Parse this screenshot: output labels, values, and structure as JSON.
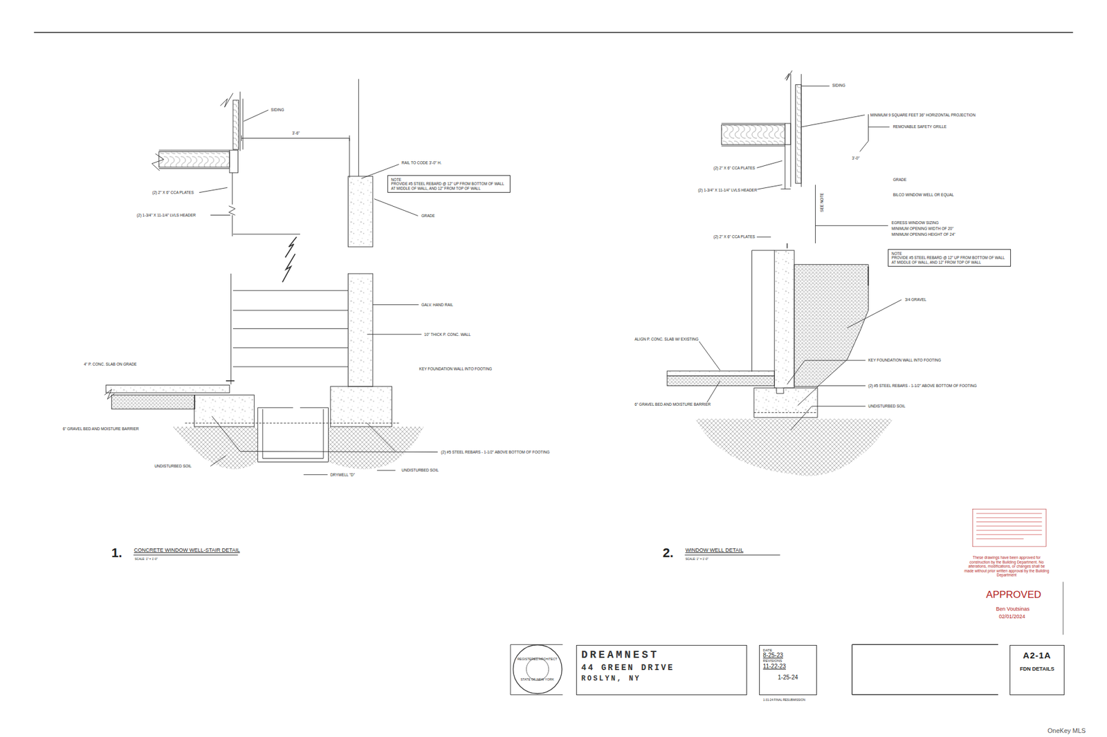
{
  "diagram": {
    "nodes": [
      {
        "text": [
          "NOTE",
          "PROVIDE #5 STEEL REBARD @ 12\" UP FROM BOTTOM OF WALL AT MIDDLE OF WALL, AND 12\" FROM TOP OF WALL"
        ]
      },
      {
        "text": [
          "NOTE",
          "PROVIDE #5 STEEL REBARD @ 12\" UP FROM BOTTOM OF WALL AT MIDDLE OF WALL, AND 12\" FROM TOP OF WALL"
        ]
      },
      {
        "text": [
          "REGISTERED ARCHITECT",
          "STATE OF NEW YORK"
        ]
      },
      {
        "text": [
          "DREAMNEST",
          "44 GREEN DRIVE",
          "ROSLYN, NY"
        ]
      },
      {
        "text": [
          "DATE",
          "8-25-23",
          "REVISIONS",
          "11-22-23",
          "1-25-24"
        ]
      },
      {
        "text": [
          "A2-1A",
          "FDN DETAILS"
        ]
      }
    ],
    "labels": [
      "SIDING",
      "3'-6\"",
      "RAIL TO CODE 3'-0\" H.",
      "(2) 2\" X 6\" CCA PLATES",
      "(2) 1-3/4\" X 11-1/4\" LVLS HEADER",
      "GRADE",
      "GALV. HAND RAIL",
      "10\" THICK P. CONC. WALL",
      "4\" P. CONC. SLAB ON GRADE",
      "KEY FOUNDATION WALL INTO FOOTING",
      "6\" GRAVEL BED AND MOISTURE BARRIER",
      "(2) #5 STEEL REBARS - 1-1/2\" ABOVE BOTTOM OF FOOTING",
      "UNDISTURBED SOIL",
      "UNDISTURBED SOIL",
      "DRYWELL \"D\"",
      "1.",
      "CONCRETE WINDOW WELL-STAIR DETAIL",
      "SCALE: 1\" = 1'-0\"",
      "SIDING",
      "MINIMUM 9 SQUARE FEET 36\" HORIZONTAL PROJECTION",
      "REMOVABLE SAFETY GRILLE",
      "3'-0\"",
      "GRADE",
      "BILCO WINDOW WELL OR EQUAL",
      "(2) 2\" X 6\" CCA PLATES",
      "(2) 1-3/4\" X 11-1/4\" LVLS HEADER",
      "SEE NOTE",
      "EGRESS WINDOW SIZING",
      "MINIMUM OPENING WIDTH OF 20\"",
      "MINIMUM OPENING HEIGHT OF 24\"",
      "(2) 2\" X 6\" CCA PLATES",
      "ALIGN P. CONC. SLAB W/ EXISTING",
      "3/4 GRAVEL",
      "KEY FOUNDATION WALL INTO FOOTING",
      "(2) #5 STEEL REBARS - 1-1/2\" ABOVE BOTTOM OF FOOTING",
      "UNDISTURBED SOIL",
      "6\" GRAVEL BED AND MOISTURE BARRIER",
      "2.",
      "WINDOW WELL DETAIL",
      "SCALE: 1\" = 1'-0\"",
      "These drawings have been approved for construction by the Building Department. No alterations, modifications, or changes shall be made without prior written approval by the Building Department",
      "APPROVED",
      "Ben Voutsinas",
      "02/01/2024",
      "1-31-24 FINAL RESUBMISSION",
      "OneKey MLS"
    ]
  }
}
